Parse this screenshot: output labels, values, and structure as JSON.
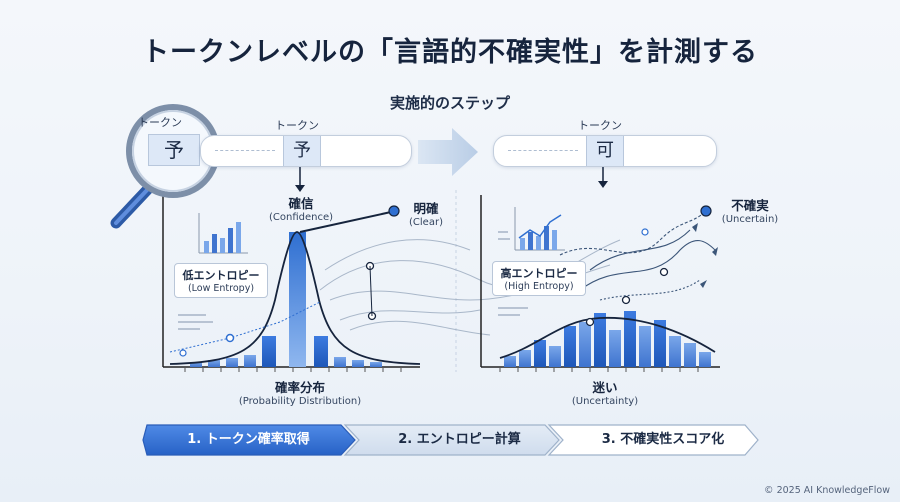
{
  "title": "トークンレベルの「言語的不確実性」を計測する",
  "subtitle": "実施的のステップ",
  "left_panel": {
    "magnifier_token_label": "トークン",
    "magnifier_char": "予",
    "token_label": "トークン",
    "token_char": "予",
    "peak_label": "確信",
    "peak_label_en": "(Confidence)",
    "clear_label": "明確",
    "clear_label_en": "(Clear)",
    "entropy_label": "低エントロピー",
    "entropy_label_en": "(Low Entropy)",
    "axis_label": "確率分布",
    "axis_label_en": "(Probability Distribution)"
  },
  "right_panel": {
    "token_label": "トークン",
    "token_char": "可",
    "uncertain_label": "不確実",
    "uncertain_label_en": "(Uncertain)",
    "entropy_label": "高エントロピー",
    "entropy_label_en": "(High Entropy)",
    "axis_label": "迷い",
    "axis_label_en": "(Uncertainty)"
  },
  "steps": [
    {
      "label": "1. トークン確率取得"
    },
    {
      "label": "2. エントロピー計算"
    },
    {
      "label": "3. 不確実性スコア化"
    }
  ],
  "footer": "© 2025 AI KnowledgeFlow",
  "colors": {
    "accent": "#2f6fd1",
    "dark": "#16243d",
    "bar_light": "#7fa9e6"
  }
}
